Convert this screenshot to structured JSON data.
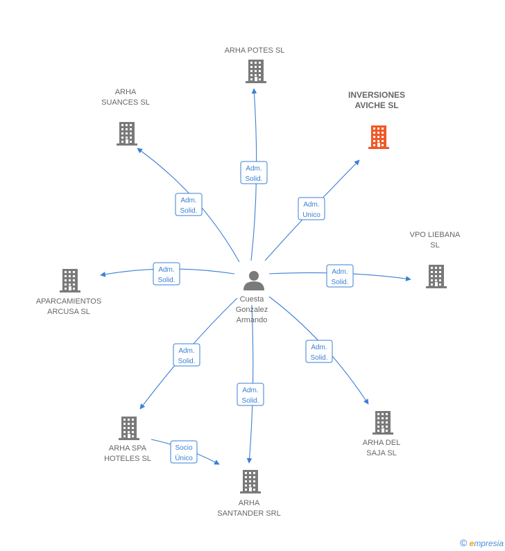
{
  "center": {
    "name_lines": [
      "Cuesta",
      "Gonzalez",
      "Armando"
    ],
    "icon": "person-icon"
  },
  "nodes": [
    {
      "id": "arha-potes",
      "lines": [
        "ARHA POTES SL"
      ],
      "highlight": false,
      "icon": "building-icon"
    },
    {
      "id": "inversiones-aviche",
      "lines": [
        "INVERSIONES",
        "AVICHE SL"
      ],
      "highlight": true,
      "icon": "building-icon"
    },
    {
      "id": "arha-suances",
      "lines": [
        "ARHA",
        "SUANCES SL"
      ],
      "highlight": false,
      "icon": "building-icon"
    },
    {
      "id": "vpo-liebana",
      "lines": [
        "VPO LIEBANA",
        "SL"
      ],
      "highlight": false,
      "icon": "building-icon"
    },
    {
      "id": "aparcamientos-arcusa",
      "lines": [
        "APARCAMIENTOS",
        "ARCUSA SL"
      ],
      "highlight": false,
      "icon": "building-icon"
    },
    {
      "id": "arha-spa-hoteles",
      "lines": [
        "ARHA SPA",
        "HOTELES SL"
      ],
      "highlight": false,
      "icon": "building-icon"
    },
    {
      "id": "arha-del-saja",
      "lines": [
        "ARHA DEL",
        "SAJA SL"
      ],
      "highlight": false,
      "icon": "building-icon"
    },
    {
      "id": "arha-santander",
      "lines": [
        "ARHA",
        "SANTANDER SRL"
      ],
      "highlight": false,
      "icon": "building-icon"
    }
  ],
  "edges": [
    {
      "from": "center",
      "to": "arha-potes",
      "label": [
        "Adm.",
        "Solid."
      ]
    },
    {
      "from": "center",
      "to": "inversiones-aviche",
      "label": [
        "Adm.",
        "Unico"
      ]
    },
    {
      "from": "center",
      "to": "arha-suances",
      "label": [
        "Adm.",
        "Solid."
      ]
    },
    {
      "from": "center",
      "to": "vpo-liebana",
      "label": [
        "Adm.",
        "Solid."
      ]
    },
    {
      "from": "center",
      "to": "aparcamientos-arcusa",
      "label": [
        "Adm.",
        "Solid."
      ]
    },
    {
      "from": "center",
      "to": "arha-spa-hoteles",
      "label": [
        "Adm.",
        "Solid."
      ]
    },
    {
      "from": "center",
      "to": "arha-del-saja",
      "label": [
        "Adm.",
        "Solid."
      ]
    },
    {
      "from": "center",
      "to": "arha-santander",
      "label": [
        "Adm.",
        "Solid."
      ]
    },
    {
      "from": "arha-spa-hoteles",
      "to": "arha-santander",
      "label": [
        "Socio",
        "Único"
      ]
    }
  ],
  "colors": {
    "edge": "#3a7fd5",
    "building": "#7a7a7a",
    "building_highlight": "#f05a28",
    "person": "#7a7a7a"
  },
  "footer": {
    "copyright": "©",
    "brand_initial": "e",
    "brand_rest": "mpresia"
  }
}
